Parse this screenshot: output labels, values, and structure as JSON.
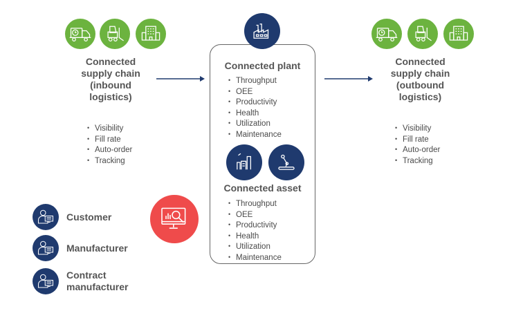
{
  "inbound": {
    "title_lines": [
      "Connected",
      "supply chain",
      "(inbound",
      "logistics)"
    ],
    "icons": [
      "truck-clock-icon",
      "forklift-icon",
      "building-icon"
    ],
    "bullets": [
      "Visibility",
      "Fill rate",
      "Auto-order",
      "Tracking"
    ]
  },
  "plant": {
    "title": "Connected plant",
    "icon": "factory-icon",
    "bullets": [
      "Throughput",
      "OEE",
      "Productivity",
      "Health",
      "Utilization",
      "Maintenance"
    ]
  },
  "asset": {
    "title": "Connected asset",
    "icons": [
      "industrial-plant-icon",
      "robot-arm-icon"
    ],
    "bullets": [
      "Throughput",
      "OEE",
      "Productivity",
      "Health",
      "Utilization",
      "Maintenance"
    ]
  },
  "outbound": {
    "title_lines": [
      "Connected",
      "supply chain",
      "(outbound",
      "logistics)"
    ],
    "icons": [
      "truck-clock-icon",
      "forklift-icon",
      "building-icon"
    ],
    "bullets": [
      "Visibility",
      "Fill rate",
      "Auto-order",
      "Tracking"
    ]
  },
  "legend": [
    {
      "label_lines": [
        "Customer"
      ]
    },
    {
      "label_lines": [
        "Manufacturer"
      ]
    },
    {
      "label_lines": [
        "Contract",
        "manufacturer"
      ]
    }
  ],
  "analytics_icon": "monitor-analytics-icon",
  "colors": {
    "green": "#6cb33f",
    "navy": "#1f3a6e",
    "red": "#ef4b4b",
    "text": "#555555"
  }
}
